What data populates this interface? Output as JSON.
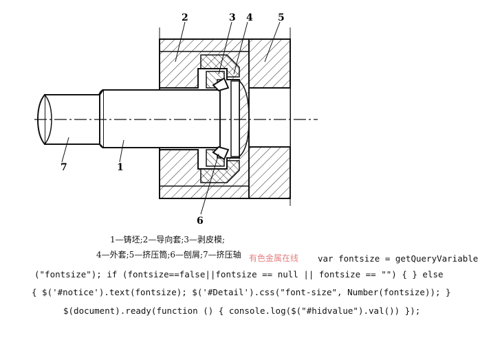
{
  "figure": {
    "part_labels": [
      "1",
      "2",
      "3",
      "4",
      "5",
      "6",
      "7"
    ]
  },
  "caption": {
    "line1": "1—铸坯;2—导向套;3—剥皮模;",
    "line2": "4—外套;5—挤压筒;6—刨屑;7—挤压轴"
  },
  "watermark": "有色金属在线",
  "code": {
    "line1": "var fontsize = getQueryVariable",
    "line2": "(\"fontsize\"); if (fontsize==false||fontsize == null || fontsize == \"\") { } else",
    "line3": "{ $('#notice').text(fontsize); $('#Detail').css(\"font-size\", Number(fontsize)); }",
    "line4": "$(document).ready(function () { console.log($(\"#hidvalue\").val()) });"
  }
}
